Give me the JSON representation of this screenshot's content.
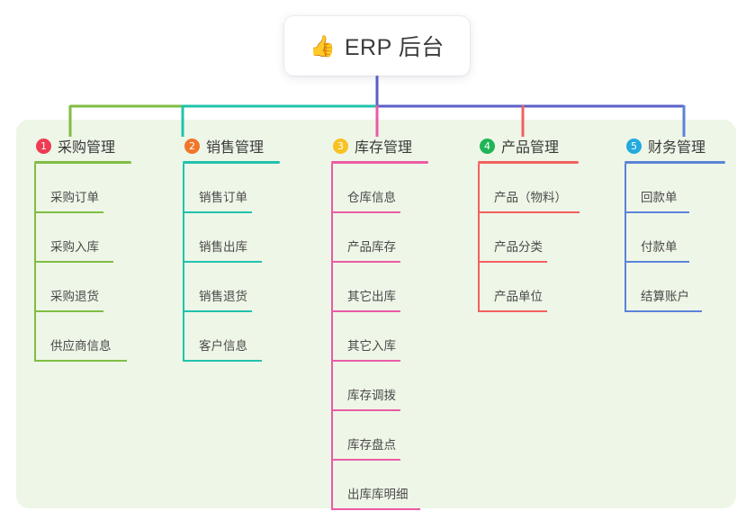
{
  "root": {
    "icon": "thumbs-up-icon",
    "icon_glyph": "👍",
    "title": "ERP 后台"
  },
  "palette": {
    "panel_bg": "#EEF6E7",
    "root_line": "#5B5FC7",
    "text": "#3a3a3a"
  },
  "columns": [
    {
      "index": "1",
      "title": "采购管理",
      "badge_color": "#EE3B52",
      "line_color": "#7FBE43",
      "rule_width": 108,
      "children": [
        {
          "label": "采购订单",
          "rule_width": 77
        },
        {
          "label": "采购入库",
          "rule_width": 88
        },
        {
          "label": "采购退货",
          "rule_width": 77
        },
        {
          "label": "供应商信息",
          "rule_width": 103
        }
      ]
    },
    {
      "index": "2",
      "title": "销售管理",
      "badge_color": "#F0762B",
      "line_color": "#21C2AC",
      "rule_width": 108,
      "children": [
        {
          "label": "销售订单",
          "rule_width": 77
        },
        {
          "label": "销售出库",
          "rule_width": 88
        },
        {
          "label": "销售退货",
          "rule_width": 77
        },
        {
          "label": "客户信息",
          "rule_width": 88
        }
      ]
    },
    {
      "index": "3",
      "title": "库存管理",
      "badge_color": "#F7C223",
      "line_color": "#EC5BA5",
      "rule_width": 108,
      "children": [
        {
          "label": "仓库信息",
          "rule_width": 77
        },
        {
          "label": "产品库存",
          "rule_width": 77
        },
        {
          "label": "其它出库",
          "rule_width": 77
        },
        {
          "label": "其它入库",
          "rule_width": 77
        },
        {
          "label": "库存调拨",
          "rule_width": 77
        },
        {
          "label": "库存盘点",
          "rule_width": 77
        },
        {
          "label": "出库库明细",
          "rule_width": 99
        }
      ]
    },
    {
      "index": "4",
      "title": "产品管理",
      "badge_color": "#20B457",
      "line_color": "#F2605F",
      "rule_width": 112,
      "children": [
        {
          "label": "产品（物料）",
          "rule_width": 113
        },
        {
          "label": "产品分类",
          "rule_width": 77
        },
        {
          "label": "产品单位",
          "rule_width": 77
        }
      ]
    },
    {
      "index": "5",
      "title": "财务管理",
      "badge_color": "#23AADF",
      "line_color": "#5B83D8",
      "rule_width": 112,
      "children": [
        {
          "label": "回款单",
          "rule_width": 72
        },
        {
          "label": "付款单",
          "rule_width": 72
        },
        {
          "label": "结算账户",
          "rule_width": 86
        }
      ]
    }
  ]
}
